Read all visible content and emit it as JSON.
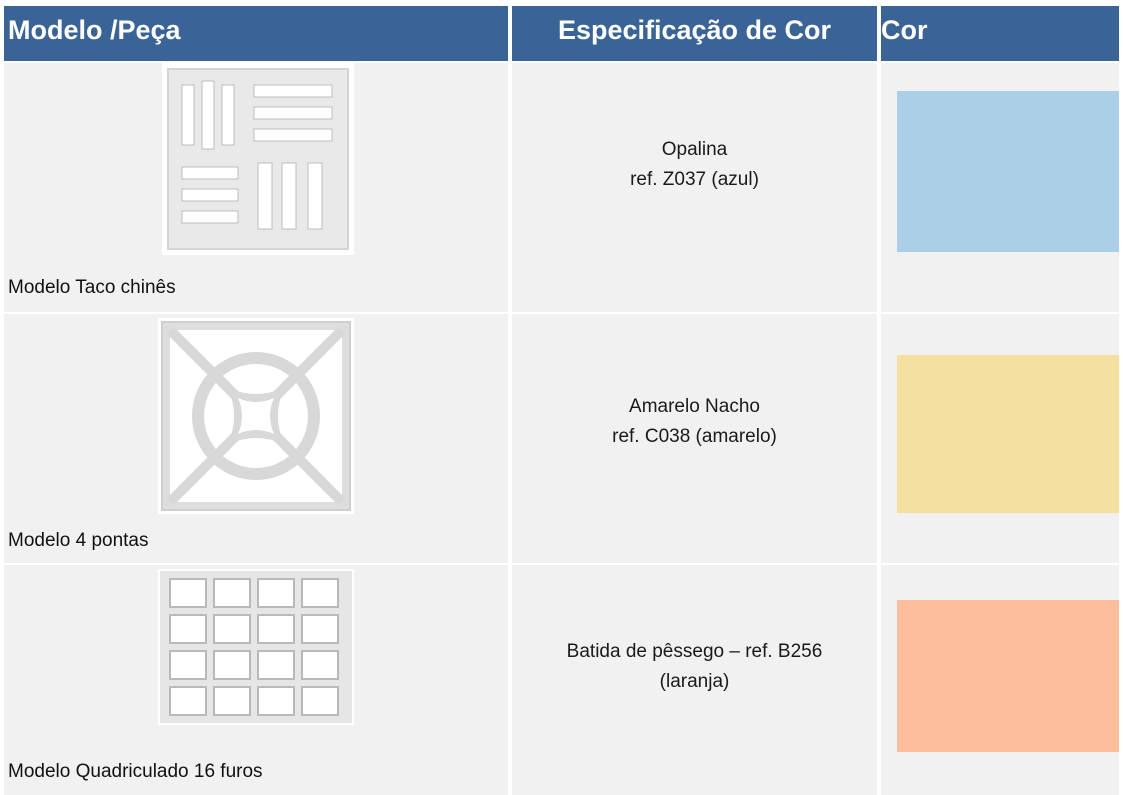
{
  "header": {
    "col_model": "Modelo /Peça",
    "col_spec": "Especificação de Cor",
    "col_color": "Cor"
  },
  "rows": [
    {
      "model_label": "Modelo Taco chinês",
      "spec_line1": "Opalina",
      "spec_line2": "ref. Z037 (azul)",
      "swatch_color": "#abcfe7"
    },
    {
      "model_label": "Modelo 4 pontas",
      "spec_line1": "Amarelo Nacho",
      "spec_line2": "ref. C038 (amarelo)",
      "swatch_color": "#f4e0a0"
    },
    {
      "model_label": "Modelo Quadriculado 16 furos",
      "spec_line1": "Batida de pêssego – ref. B256",
      "spec_line2": "(laranja)",
      "swatch_color": "#fcbe9d"
    }
  ],
  "colors": {
    "header_bg": "#3a6496",
    "header_text": "#ffffff",
    "cell_bg": "#f1f1f1"
  }
}
